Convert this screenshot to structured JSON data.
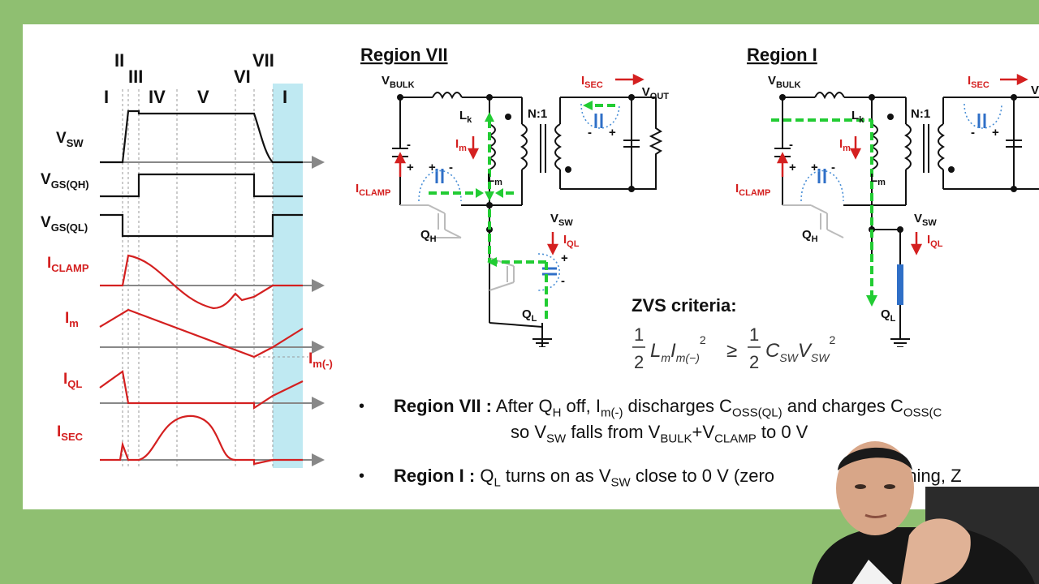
{
  "waveform": {
    "regions": [
      "I",
      "II",
      "III",
      "IV",
      "V",
      "VI",
      "VII",
      "I"
    ],
    "signals": {
      "vsw": {
        "main": "V",
        "sub": "SW"
      },
      "vgs_qh": {
        "main": "V",
        "sub": "GS(QH)"
      },
      "vgs_ql": {
        "main": "V",
        "sub": "GS(QL)"
      },
      "iclamp": {
        "main": "I",
        "sub": "CLAMP"
      },
      "im": {
        "main": "I",
        "sub": "m"
      },
      "iql": {
        "main": "I",
        "sub": "QL"
      },
      "isec": {
        "main": "I",
        "sub": "SEC"
      },
      "im_neg": {
        "main": "I",
        "sub": "m(-)"
      }
    }
  },
  "region7": {
    "title": "Region VII",
    "vbulk": {
      "main": "V",
      "sub": "BULK"
    },
    "lk": {
      "main": "L",
      "sub": "k"
    },
    "ratio": "N:1",
    "isec": {
      "main": "I",
      "sub": "SEC"
    },
    "vout": {
      "main": "V",
      "sub": "OUT"
    },
    "im": {
      "main": "I",
      "sub": "m"
    },
    "lm": {
      "main": "L",
      "sub": "m"
    },
    "iclamp": {
      "main": "I",
      "sub": "CLAMP"
    },
    "vsw": {
      "main": "V",
      "sub": "SW"
    },
    "qh": {
      "main": "Q",
      "sub": "H"
    },
    "iql": {
      "main": "I",
      "sub": "QL"
    },
    "ql": {
      "main": "Q",
      "sub": "L"
    },
    "plus": "+",
    "minus": "-"
  },
  "region1": {
    "title": "Region I",
    "vbulk": {
      "main": "V",
      "sub": "BULK"
    },
    "lk": {
      "main": "L",
      "sub": "k"
    },
    "ratio": "N:1",
    "isec": {
      "main": "I",
      "sub": "SEC"
    },
    "im": {
      "main": "I",
      "sub": "m"
    },
    "lm": {
      "main": "L",
      "sub": "m"
    },
    "iclamp": {
      "main": "I",
      "sub": "CLAMP"
    },
    "vsw": {
      "main": "V",
      "sub": "SW"
    },
    "qh": {
      "main": "Q",
      "sub": "H"
    },
    "iql": {
      "main": "I",
      "sub": "QL"
    },
    "ql": {
      "main": "Q",
      "sub": "L"
    },
    "edge_label": "V",
    "plus": "+",
    "minus": "-"
  },
  "zvs": {
    "title": "ZVS criteria:",
    "half": "1",
    "two": "2",
    "lhs_sym": "L",
    "lhs_sub": "m",
    "lhs_sym2": "I",
    "lhs_sub2": "m(−)",
    "exp": "2",
    "ge": "≥",
    "rhs_sym": "C",
    "rhs_sub": "SW",
    "rhs_sym2": "V",
    "rhs_sub2": "SW"
  },
  "bullets": {
    "b1_head": "Region VII :",
    "b1_t1": " After Q",
    "b1_s1": "H",
    "b1_t2": " off, I",
    "b1_s2": "m(-)",
    "b1_t3": " discharges C",
    "b1_s3": "OSS(QL)",
    "b1_t4": " and charges C",
    "b1_s4": "OSS(C",
    "b1_l2_t1": "so V",
    "b1_l2_s1": "SW",
    "b1_l2_t2": " falls  from V",
    "b1_l2_s2": "BULK",
    "b1_l2_t3": "+V",
    "b1_l2_s3": "CLAMP",
    "b1_l2_t4": " to 0 V",
    "b2_head": "Region I :",
    "b2_t1": " Q",
    "b2_s1": "L",
    "b2_t2": " turns on as V",
    "b2_s2": "SW",
    "b2_t3": " close to 0 V (zero",
    "b2_t4": "e switching, Z",
    "dot": "•"
  },
  "colors": {
    "background": "#8fbf71",
    "highlight": "#bfe9f2",
    "signal_red": "#d42020",
    "path_green": "#22cc33",
    "cap_blue": "#2f6fc7"
  }
}
